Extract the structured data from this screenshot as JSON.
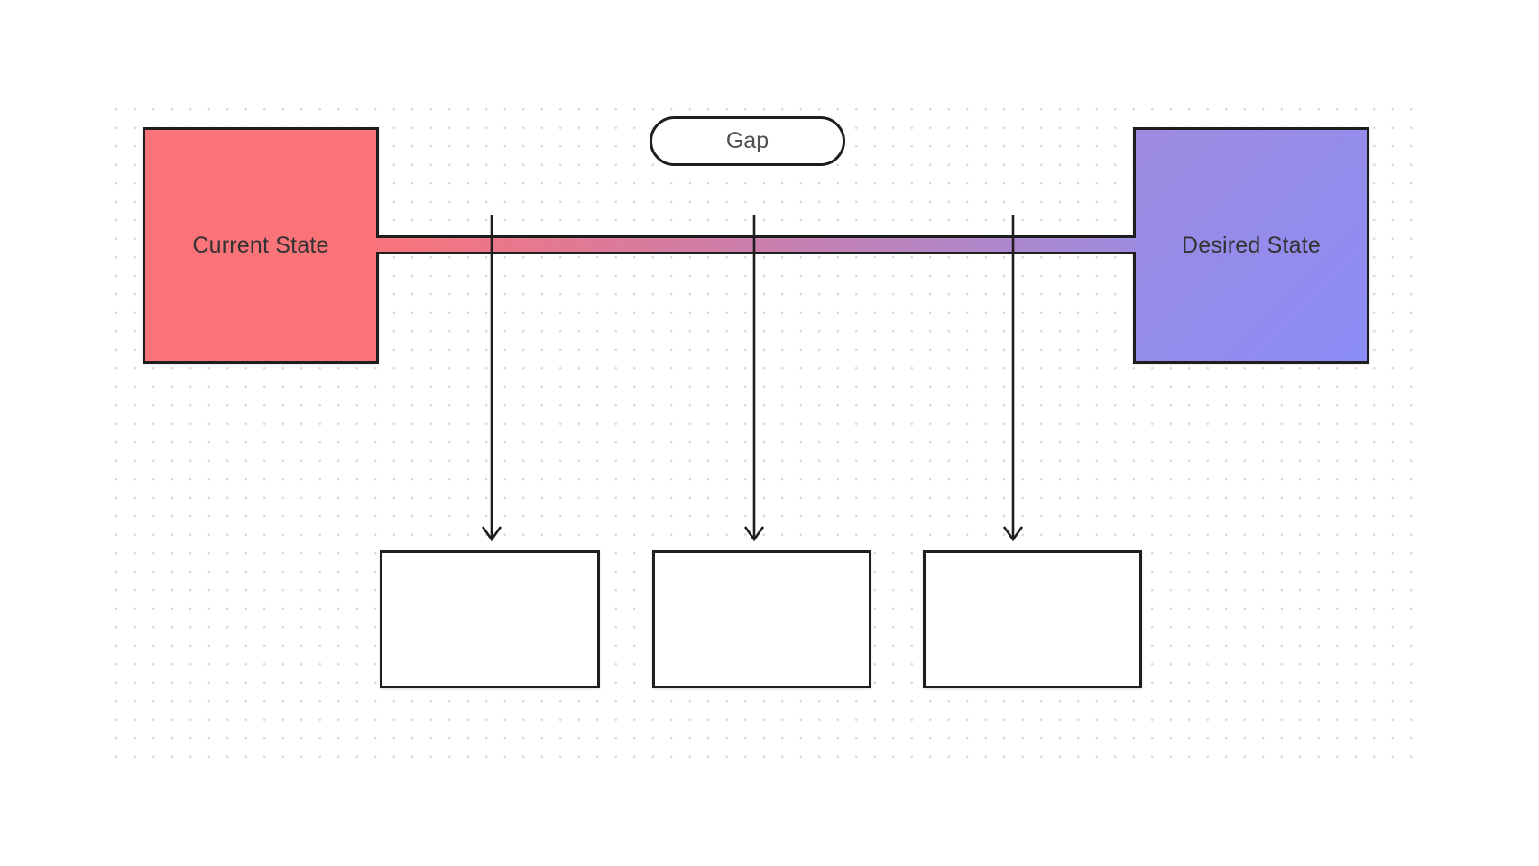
{
  "theme": {
    "--canvas-bg": "#ffffff",
    "--dot-color": "#d8d8d8",
    "--stroke": "#1e1e1e",
    "--current-fill": "#fa7378",
    "--desired-grad-start": "#9d8bde",
    "--desired-grad-end": "#8b8cf6",
    "--bar-grad-start": "#f9737a",
    "--bar-grad-end": "#9d8bde",
    "--label-color": "#333333",
    "--gap-text-color": "#4f4f4f",
    "--box-fill": "#ffffff"
  },
  "diagram": {
    "current_state": {
      "label": "Current State",
      "fill": "#fa7378"
    },
    "desired_state": {
      "label": "Desired State",
      "gradient_start": "#9d8bde",
      "gradient_end": "#8b8cf6"
    },
    "gap": {
      "label": "Gap"
    },
    "connector": {
      "gradient_start": "#f9737a",
      "gradient_end": "#9d8bde"
    },
    "arrows": {
      "count": 3,
      "direction": "down"
    },
    "action_boxes": {
      "count": 3,
      "labels": [
        "",
        "",
        ""
      ]
    }
  }
}
